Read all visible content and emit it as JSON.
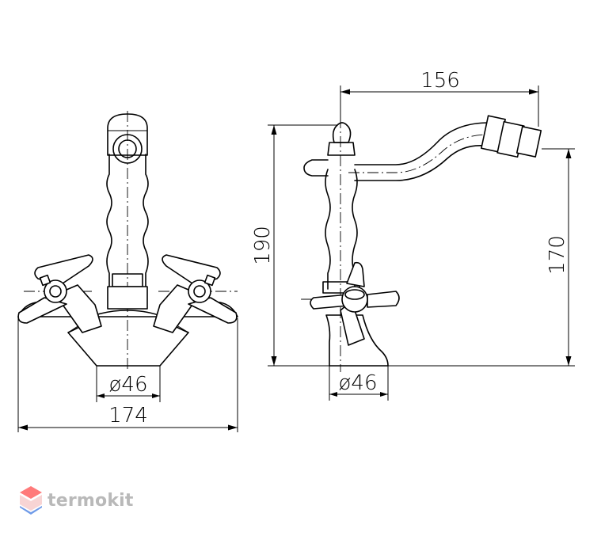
{
  "dimensions": {
    "front_base_diameter": "ø46",
    "front_overall_width": "174",
    "side_spout_reach": "156",
    "side_total_height": "190",
    "side_spout_height": "170",
    "side_base_diameter": "ø46"
  },
  "brand": {
    "name": "termokit",
    "colors": {
      "top": "#ff7a7a",
      "bottom": "#6f9be8",
      "text": "#b9b9b9"
    }
  }
}
